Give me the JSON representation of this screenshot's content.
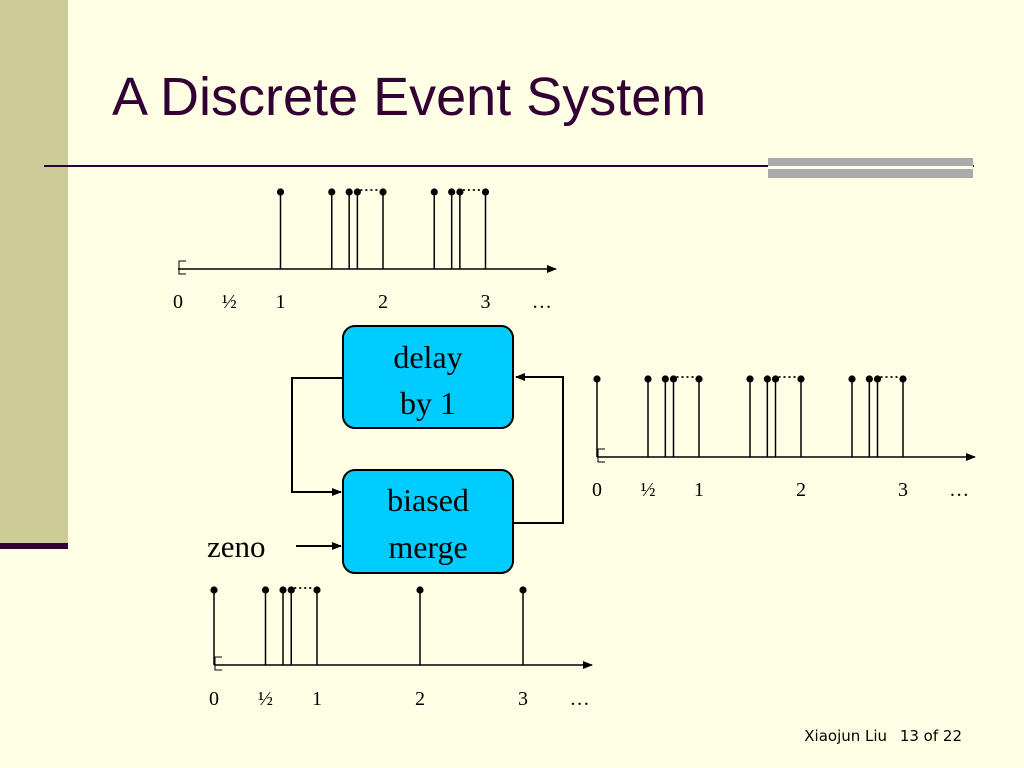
{
  "slide": {
    "title": "A Discrete Event System",
    "footer_author": "Xiaojun Liu",
    "footer_page": "13 of 22"
  },
  "colors": {
    "background": "#FFFFE5",
    "sidebar": "#CCCC99",
    "title_text": "#330033",
    "box_fill": "#00CCFF"
  },
  "blocks": {
    "delay_line1": "delay",
    "delay_line2": "by 1",
    "merge_line1": "biased",
    "merge_line2": "merge"
  },
  "input_label": "zeno",
  "signals": [
    {
      "id": "top",
      "tick_labels": [
        "0",
        "½",
        "1",
        "2",
        "3",
        "…"
      ],
      "event_times": [
        1,
        1.5,
        1.67,
        1.75,
        2,
        2.5,
        2.67,
        2.75,
        3
      ],
      "ellipsis_segments": [
        [
          1.75,
          2
        ],
        [
          2.75,
          3
        ]
      ]
    },
    {
      "id": "right",
      "tick_labels": [
        "0",
        "½",
        "1",
        "2",
        "3",
        "…"
      ],
      "event_times": [
        0,
        0.5,
        0.67,
        0.75,
        1,
        1.5,
        1.67,
        1.75,
        2,
        2.5,
        2.67,
        2.75,
        3
      ],
      "ellipsis_segments": [
        [
          0.75,
          1
        ],
        [
          1.75,
          2
        ],
        [
          2.75,
          3
        ]
      ]
    },
    {
      "id": "bottom",
      "tick_labels": [
        "0",
        "½",
        "1",
        "2",
        "3",
        "…"
      ],
      "event_times": [
        0,
        0.5,
        0.67,
        0.75,
        1,
        2,
        3
      ],
      "ellipsis_segments": [
        [
          0.75,
          1
        ]
      ]
    }
  ]
}
